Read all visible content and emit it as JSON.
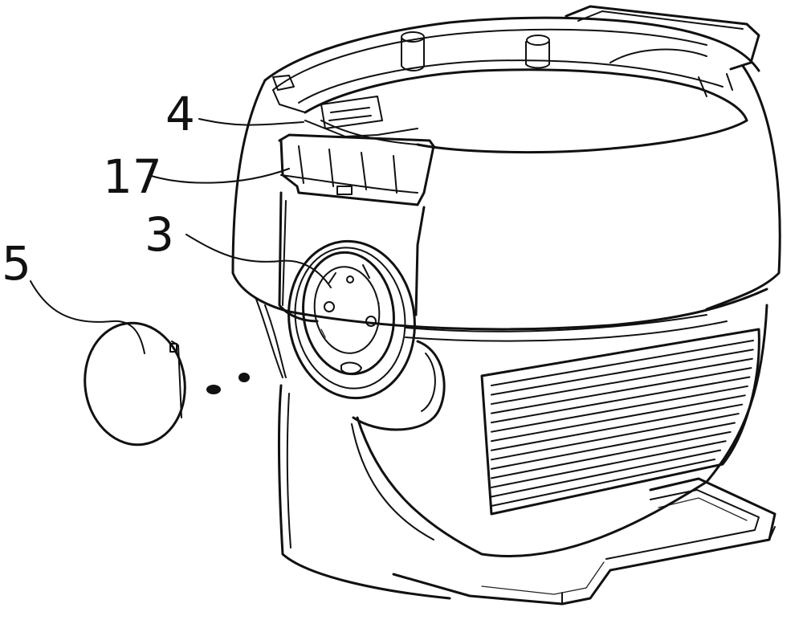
{
  "labels": {
    "l4": "4",
    "l17": "17",
    "l3": "3",
    "l5": "5"
  }
}
